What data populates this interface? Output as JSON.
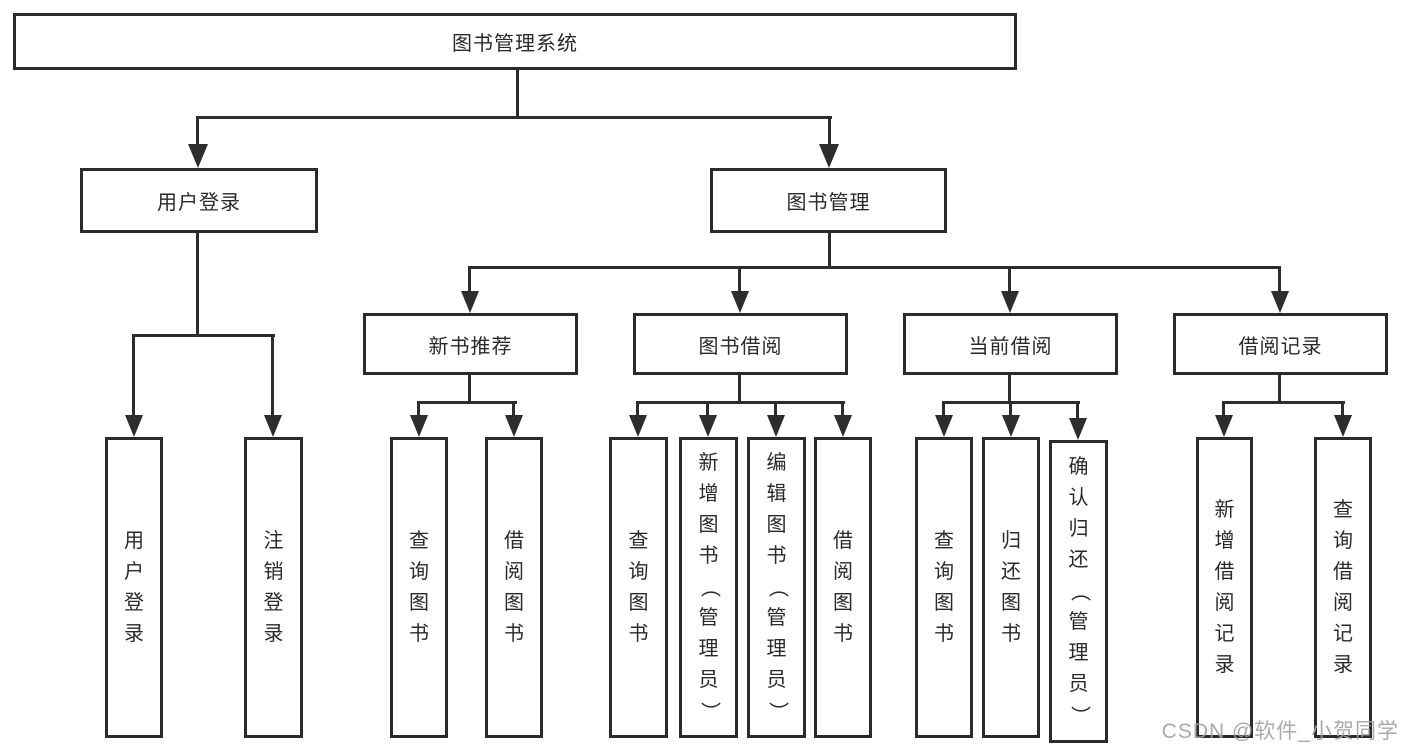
{
  "diagram_type": "hierarchy-tree",
  "tree": {
    "label": "图书管理系统",
    "children": [
      {
        "label": "用户登录",
        "children": [
          {
            "label": "用户登录"
          },
          {
            "label": "注销登录"
          }
        ]
      },
      {
        "label": "图书管理",
        "children": [
          {
            "label": "新书推荐",
            "children": [
              {
                "label": "查询图书"
              },
              {
                "label": "借阅图书"
              }
            ]
          },
          {
            "label": "图书借阅",
            "children": [
              {
                "label": "查询图书"
              },
              {
                "label": "新增图书（管理员）"
              },
              {
                "label": "编辑图书（管理员）"
              },
              {
                "label": "借阅图书"
              }
            ]
          },
          {
            "label": "当前借阅",
            "children": [
              {
                "label": "查询图书"
              },
              {
                "label": "归还图书"
              },
              {
                "label": "确认归还（管理员）"
              }
            ]
          },
          {
            "label": "借阅记录",
            "children": [
              {
                "label": "新增借阅记录"
              },
              {
                "label": "查询借阅记录"
              }
            ]
          }
        ]
      }
    ]
  },
  "watermark": {
    "text": "CSDN @软件_小贺同学",
    "color": "#a5a0a2"
  },
  "colors": {
    "line": "#2d2d2d",
    "box_border": "#2b2b2b",
    "text": "#2a2a2a",
    "background": "#ffffff"
  }
}
